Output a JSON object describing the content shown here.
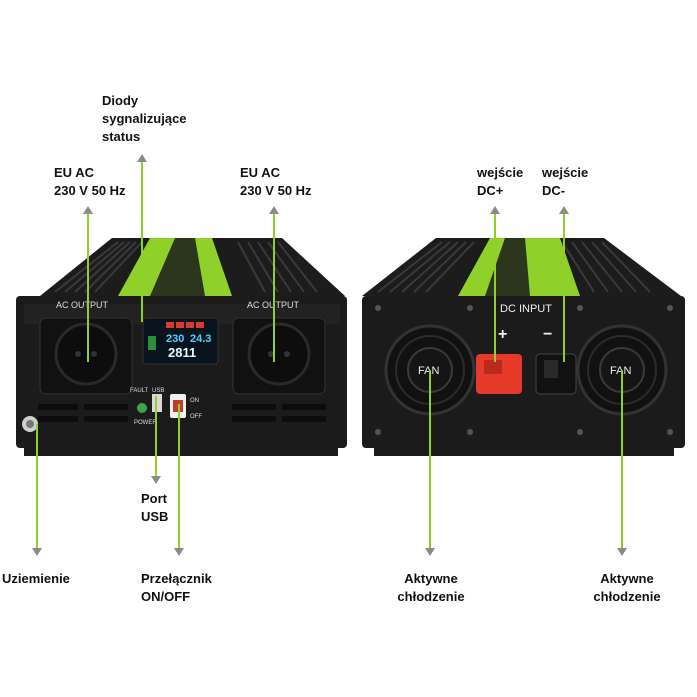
{
  "labels": {
    "diodes": "Diody\nsygnalizujące\nstatus",
    "eu_ac_left": "EU AC\n230 V 50 Hz",
    "eu_ac_right": "EU AC\n230 V 50 Hz",
    "dc_plus": "wejście\nDC+",
    "dc_minus": "wejście\nDC-",
    "usb_port": "Port\nUSB",
    "ground": "Uziemienie",
    "switch": "Przełącznik\nON/OFF",
    "cooling_left": "Aktywne\nchłodzenie",
    "cooling_right": "Aktywne\nchłodzenie"
  },
  "front_panel": {
    "ac_output_left": "AC OUTPUT",
    "ac_output_right": "AC OUTPUT",
    "display_voltage": "230",
    "display_dc": "24.3",
    "display_power": "2811",
    "fault": "FAULT",
    "usb": "USB",
    "power": "POWER",
    "on": "ON",
    "off": "OFF"
  },
  "rear_panel": {
    "dc_input": "DC INPUT",
    "plus": "+",
    "minus": "−",
    "fan_left": "FAN",
    "fan_right": "FAN"
  },
  "colors": {
    "accent_green": "#8fd12a",
    "body_black": "#1b1b1b",
    "terminal_red": "#e53a2a"
  }
}
